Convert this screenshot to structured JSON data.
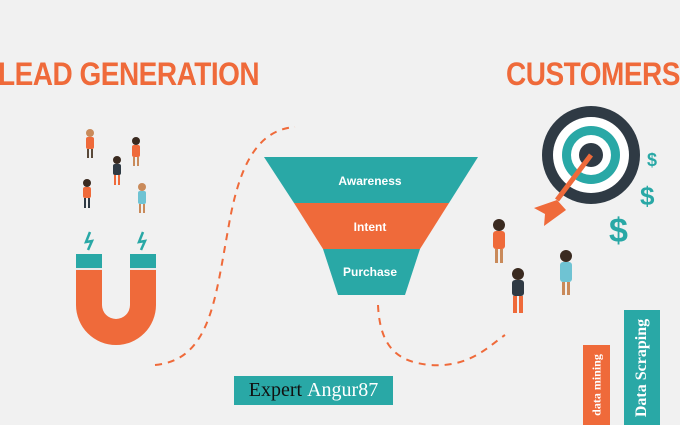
{
  "headings": {
    "lead": "LEAD GENERATION",
    "customers": "CUSTOMERS"
  },
  "funnel": {
    "stages": [
      "Awareness",
      "Intent",
      "Purchase"
    ]
  },
  "brand": {
    "word1": "Expert",
    "word2": "Angur87"
  },
  "tags": {
    "mining": "data mining",
    "scraping": "Data Scraping"
  },
  "colors": {
    "background": "#f1f1f1",
    "orange": "#ef6a3a",
    "teal": "#29a8a6",
    "dark": "#2f3a44"
  },
  "icons": [
    "magnet-icon",
    "target-icon",
    "arrow-icon",
    "dollar-icon",
    "person-icon"
  ]
}
